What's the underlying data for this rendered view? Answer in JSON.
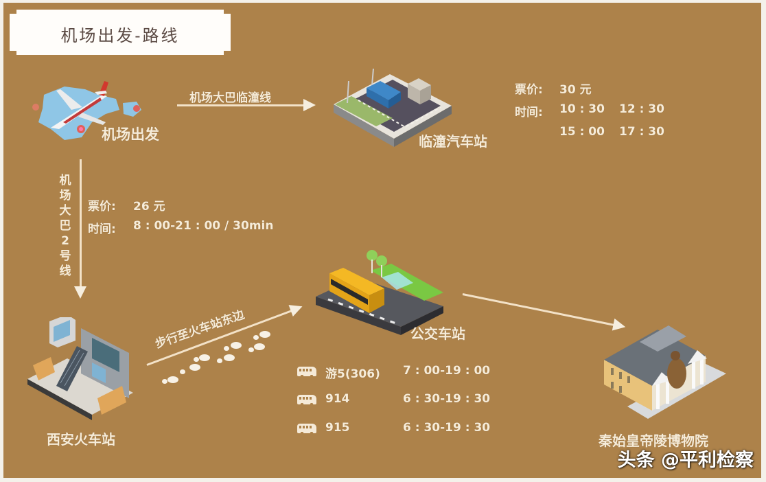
{
  "title": "机场出发-路线",
  "nodes": {
    "airport": {
      "label": "机场出发",
      "icon": "airplane-map-icon"
    },
    "lintong_station": {
      "label": "临潼汽车站",
      "icon": "bus-station-icon"
    },
    "xian_railway": {
      "label": "西安火车站",
      "icon": "railway-station-icon"
    },
    "bus_stop": {
      "label": "公交车站",
      "icon": "bus-stop-icon"
    },
    "museum": {
      "label": "秦始皇帝陵博物院",
      "icon": "museum-building-icon"
    }
  },
  "routes": {
    "airport_to_lintong": {
      "label": "机场大巴临潼线",
      "fare_label": "票价:",
      "fare": "30 元",
      "time_label": "时间:",
      "times": [
        "10 : 30",
        "12 : 30",
        "15 : 00",
        "17 : 30"
      ]
    },
    "airport_to_railway": {
      "label": "机场大巴2号线",
      "fare_label": "票价:",
      "fare": "26 元",
      "time_label": "时间:",
      "time": "8 : 00-21 : 00 / 30min"
    },
    "railway_to_busstop": {
      "label": "步行至火车站东边"
    },
    "busstop_to_museum": {
      "buses": [
        {
          "route": "游5(306)",
          "hours": "7 : 00-19 : 00"
        },
        {
          "route": "914",
          "hours": "6 : 30-19 : 30"
        },
        {
          "route": "915",
          "hours": "6 : 30-19 : 30"
        }
      ]
    }
  },
  "watermark": "头条 @平利检察",
  "colors": {
    "background": "#ad824a",
    "text": "#f6ecd9",
    "title_box": "#fffdfa",
    "title_text": "#5b4a44"
  }
}
